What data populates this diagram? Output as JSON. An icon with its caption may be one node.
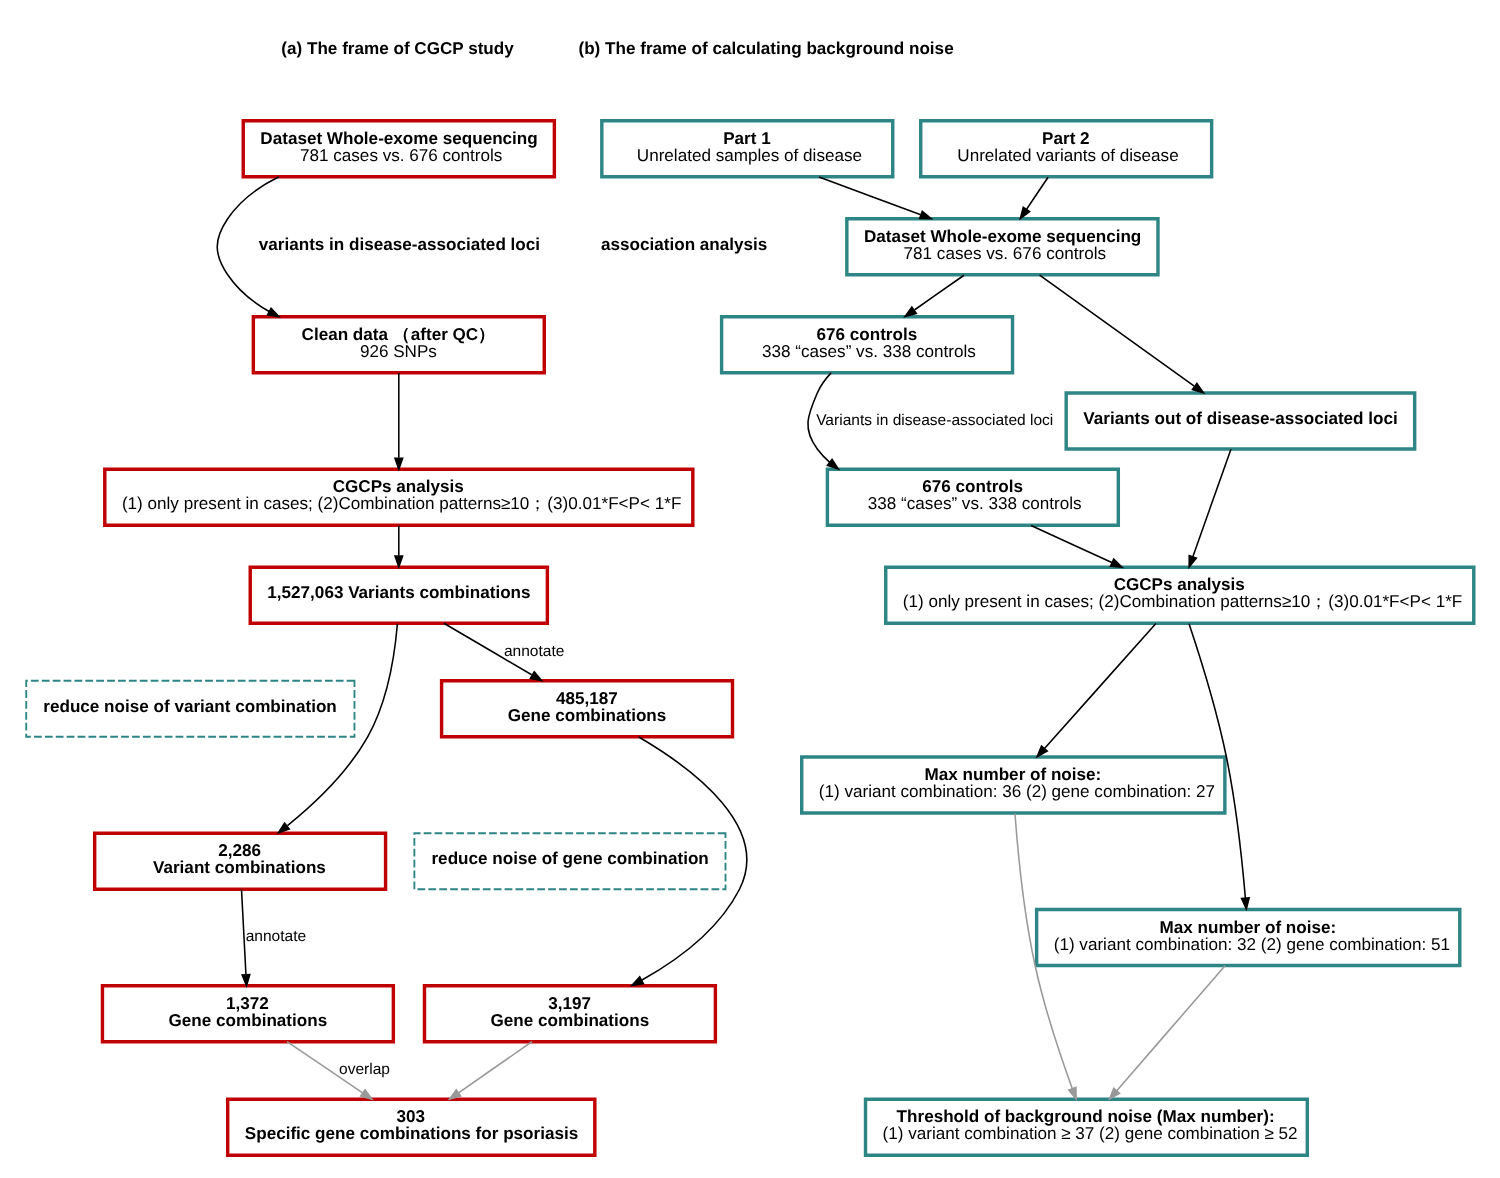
{
  "diagram": {
    "nodes": [
      {
        "text": [
          "Dataset Whole-exome sequencing",
          "781 cases vs. 676 controls"
        ]
      },
      {
        "text": [
          "Clean data （after QC）",
          "926 SNPs"
        ]
      },
      {
        "text": [
          "CGCPs analysis",
          "(1) only present in cases; (2)Combination patterns≥10；(3)0.01*F<P< 1*F"
        ]
      },
      {
        "text": [
          "1,527,063 Variants combinations"
        ]
      },
      {
        "text": [
          "reduce noise of variant combination"
        ]
      },
      {
        "text": [
          "2,286",
          "Variant combinations"
        ]
      },
      {
        "text": [
          "485,187",
          "Gene combinations"
        ]
      },
      {
        "text": [
          "reduce noise of gene combination"
        ]
      },
      {
        "text": [
          "1,372",
          "Gene combinations"
        ]
      },
      {
        "text": [
          "3,197",
          "Gene combinations"
        ]
      },
      {
        "text": [
          "303",
          "Specific gene combinations for psoriasis"
        ]
      },
      {
        "text": [
          "Part 1",
          "Unrelated samples of disease"
        ]
      },
      {
        "text": [
          "Part 2",
          "Unrelated variants of disease"
        ]
      },
      {
        "text": [
          "Dataset Whole-exome sequencing",
          "781 cases vs. 676 controls"
        ]
      },
      {
        "text": [
          "676 controls",
          "338 “cases” vs. 338 controls"
        ]
      },
      {
        "text": [
          "676 controls",
          "338 “cases” vs. 338 controls"
        ]
      },
      {
        "text": [
          "Variants out of disease-associated loci"
        ]
      },
      {
        "text": [
          "CGCPs analysis",
          "(1) only present in cases; (2)Combination patterns≥10；(3)0.01*F<P< 1*F"
        ]
      },
      {
        "text": [
          "Max number of noise:",
          "(1) variant combination: 36 (2) gene combination: 27"
        ]
      },
      {
        "text": [
          "Max number of noise:",
          "(1) variant combination: 32 (2) gene combination: 51"
        ]
      },
      {
        "text": [
          "Threshold of background noise (Max number):",
          "(1) variant combination ≥ 37 (2) gene combination ≥ 52"
        ]
      }
    ],
    "edges": [
      {
        "from": 0,
        "to": 1,
        "arrow": "to"
      },
      {
        "from": 1,
        "to": 2,
        "arrow": "to"
      },
      {
        "from": 2,
        "to": 3,
        "arrow": "to"
      },
      {
        "from": 3,
        "to": 5,
        "arrow": "to"
      },
      {
        "from": 3,
        "to": 6,
        "arrow": "to",
        "label": "annotate"
      },
      {
        "from": 5,
        "to": 8,
        "arrow": "to",
        "label": "annotate"
      },
      {
        "from": 6,
        "to": 9,
        "arrow": "to"
      },
      {
        "from": 8,
        "to": 10,
        "arrow": "to",
        "label": "overlap",
        "color": "#999999"
      },
      {
        "from": 9,
        "to": 10,
        "arrow": "to",
        "color": "#999999"
      },
      {
        "from": 11,
        "to": 13,
        "arrow": "to"
      },
      {
        "from": 12,
        "to": 13,
        "arrow": "to"
      },
      {
        "from": 13,
        "to": 14,
        "arrow": "to"
      },
      {
        "from": 13,
        "to": 16,
        "arrow": "to"
      },
      {
        "from": 14,
        "to": 15,
        "arrow": "to",
        "label": "Variants in disease-associated loci"
      },
      {
        "from": 15,
        "to": 17,
        "arrow": "to"
      },
      {
        "from": 16,
        "to": 17,
        "arrow": "to"
      },
      {
        "from": 17,
        "to": 18,
        "arrow": "to"
      },
      {
        "from": 17,
        "to": 19,
        "arrow": "to"
      },
      {
        "from": 18,
        "to": 20,
        "arrow": "to",
        "color": "#999999"
      },
      {
        "from": 19,
        "to": 20,
        "arrow": "to",
        "color": "#999999"
      }
    ],
    "labels": [
      "(a) The frame of CGCP study",
      "variants in disease-associated loci",
      "association analysis",
      "(b) The frame of calculating background noise"
    ]
  }
}
